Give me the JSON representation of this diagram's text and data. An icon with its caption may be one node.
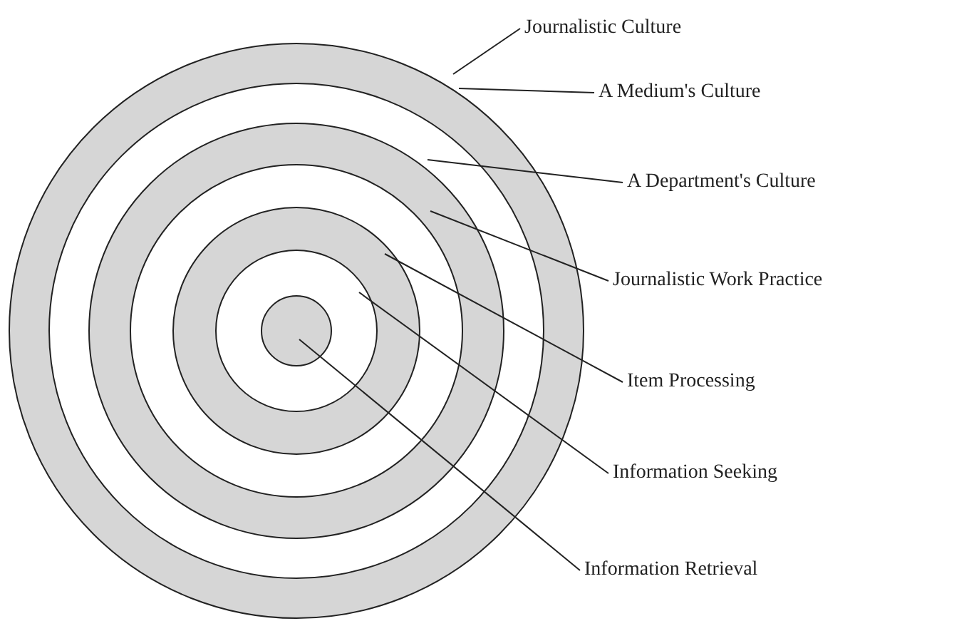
{
  "diagram": {
    "nodes": [
      {
        "text": [],
        "shape": "circle"
      },
      {
        "text": [],
        "shape": "circle",
        "in": 0
      },
      {
        "text": [],
        "shape": "circle",
        "in": 1
      },
      {
        "text": [],
        "shape": "circle",
        "in": 2
      },
      {
        "text": [],
        "shape": "circle",
        "in": 3
      },
      {
        "text": [],
        "shape": "circle",
        "in": 4
      },
      {
        "text": [],
        "shape": "circle",
        "in": 5
      },
      {
        "text": [
          "Journalistic Culture"
        ]
      },
      {
        "text": [
          "A Medium's Culture"
        ]
      },
      {
        "text": [
          "A Department's Culture"
        ]
      },
      {
        "text": [
          "Journalistic Work Practice"
        ]
      },
      {
        "text": [
          "Item Processing"
        ]
      },
      {
        "text": [
          "Information Seeking"
        ]
      },
      {
        "text": [
          "Information Retrieval"
        ]
      }
    ],
    "edges": [
      {
        "from": 7,
        "to": 0,
        "arrow": "none"
      },
      {
        "from": 8,
        "to": 1,
        "arrow": "none"
      },
      {
        "from": 9,
        "to": 2,
        "arrow": "none"
      },
      {
        "from": 10,
        "to": 3,
        "arrow": "none"
      },
      {
        "from": 11,
        "to": 4,
        "arrow": "none"
      },
      {
        "from": 12,
        "to": 5,
        "arrow": "none"
      },
      {
        "from": 13,
        "to": 6,
        "arrow": "none"
      }
    ]
  }
}
